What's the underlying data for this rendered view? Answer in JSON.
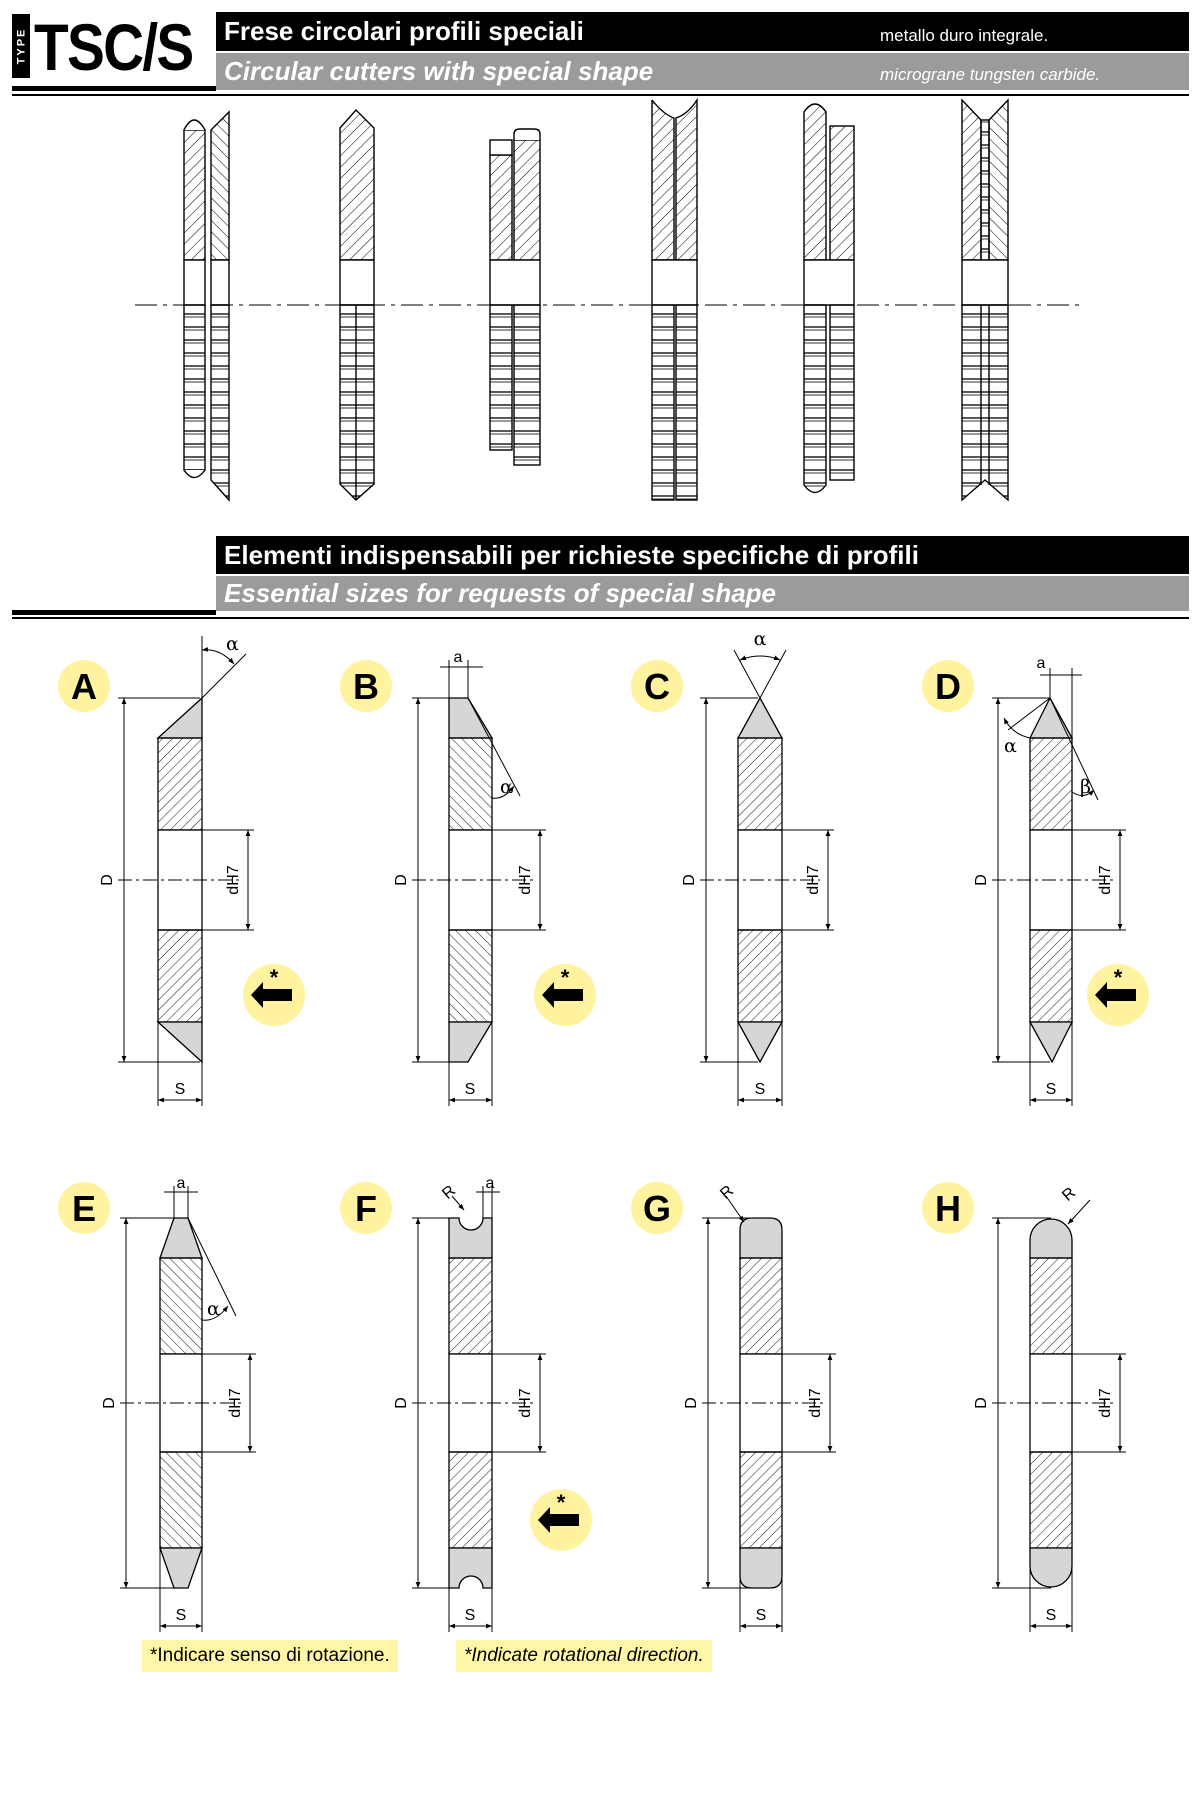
{
  "header": {
    "type_label": "TYPE",
    "code": "TSC/S",
    "title_it": "Frese circolari profili speciali",
    "title_en": "Circular cutters with special shape",
    "material_it": "metallo duro integrale.",
    "material_en": "micrograne tungsten carbide."
  },
  "section": {
    "title_it": "Elementi indispensabili per richieste specifiche di profili",
    "title_en": "Essential sizes for requests of special shape"
  },
  "dimension_labels": {
    "D": "D",
    "d": "dH7",
    "S": "S",
    "a": "a",
    "R": "R",
    "alpha": "α",
    "beta": "β",
    "rotation_mark": "*"
  },
  "profiles": [
    {
      "letter": "A"
    },
    {
      "letter": "B"
    },
    {
      "letter": "C"
    },
    {
      "letter": "D"
    },
    {
      "letter": "E"
    },
    {
      "letter": "F"
    },
    {
      "letter": "G"
    },
    {
      "letter": "H"
    }
  ],
  "notes": {
    "it": "*Indicare senso di rotazione.",
    "en": "*Indicate rotational direction."
  },
  "colors": {
    "band_black": "#000000",
    "band_grey": "#9b9b9b",
    "label_circle": "#fff3a0",
    "note_bg": "#fff6a8",
    "tip_fill": "#d6d6d6"
  }
}
